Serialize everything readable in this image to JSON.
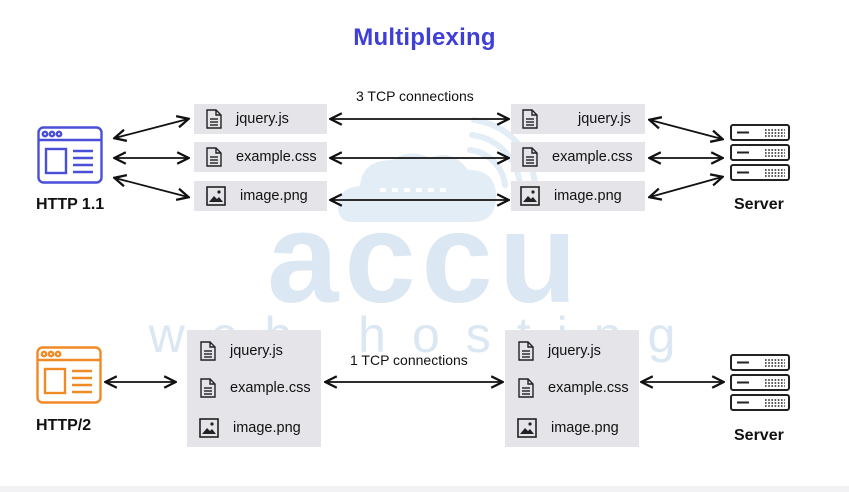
{
  "title": "Multiplexing",
  "http1": {
    "protocol_label": "HTTP 1.1",
    "connection_label": "3 TCP connections",
    "server_label": "Server",
    "files": [
      {
        "name": "jquery.js",
        "icon": "file-icon"
      },
      {
        "name": "example.css",
        "icon": "file-icon"
      },
      {
        "name": "image.png",
        "icon": "image-icon"
      }
    ]
  },
  "http2": {
    "protocol_label": "HTTP/2",
    "connection_label": "1 TCP connections",
    "server_label": "Server",
    "files": [
      {
        "name": "jquery.js",
        "icon": "file-icon"
      },
      {
        "name": "example.css",
        "icon": "file-icon"
      },
      {
        "name": "image.png",
        "icon": "image-icon"
      }
    ]
  },
  "watermark": {
    "logo_text": "accu",
    "tagline": "web hosting",
    "color": "#dbe7f2"
  },
  "colors": {
    "title": "#3d3fd6",
    "http1_browser": "#4a4fd8",
    "http2_browser": "#f08a25",
    "file_box": "#e5e5e9"
  }
}
